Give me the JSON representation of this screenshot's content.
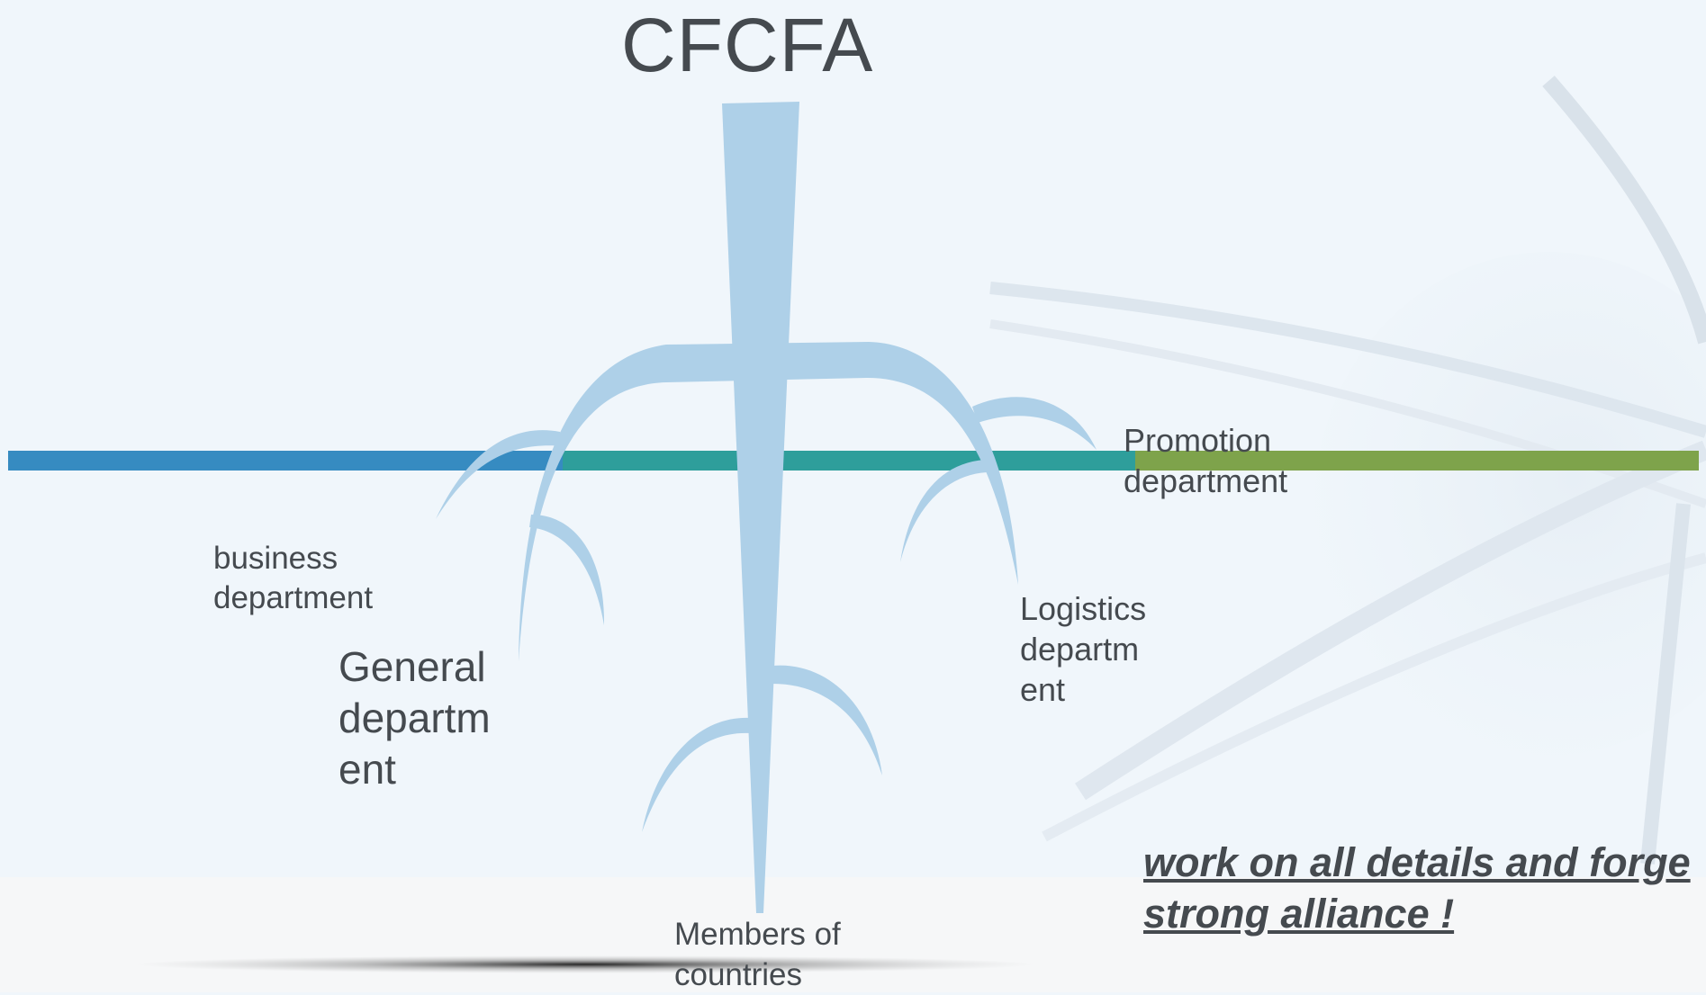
{
  "title": "CFCFA",
  "nodes": {
    "business": "business\ndepartment",
    "general": "General\ndepartm\nent",
    "members": "Members of\ncountries",
    "logistics": "Logistics\ndepartm\nent",
    "promotion": "Promotion\ndepartment"
  },
  "slogan": {
    "line1": "work on all details and forge",
    "line2": "strong alliance !"
  },
  "colors": {
    "background": "#f0f6fb",
    "footer": "#f6f7f8",
    "tree": "#aed0e8",
    "bar_left": "#368bc1",
    "bar_mid": "#2e9e9b",
    "bar_right": "#7ea34b",
    "text": "#454a4f"
  }
}
